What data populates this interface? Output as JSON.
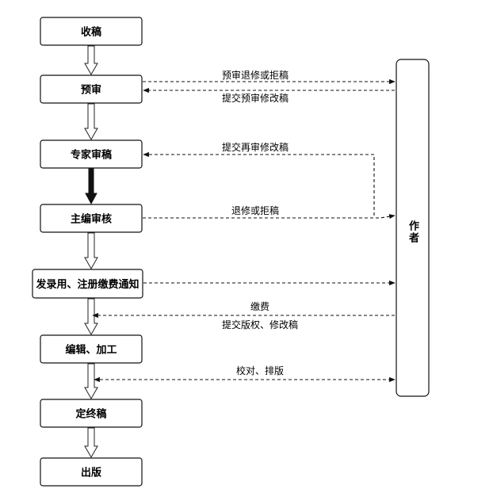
{
  "nodes": {
    "received": "收稿",
    "pre_review": "预审",
    "expert_review": "专家审稿",
    "editor_review": "主编审核",
    "acceptance_notice": "发录用、注册缴费通知",
    "editing": "编辑、加工",
    "final": "定终稿",
    "publish": "出版",
    "author": "作者"
  },
  "edges": {
    "pre_review_out": "预审退修或拒稿",
    "pre_review_in": "提交预审修改稿",
    "expert_in": "提交再审修改稿",
    "editor_out": "退修或拒稿",
    "fee": "缴费",
    "copyright_in": "提交版权、修改稿",
    "proofread": "校对、排版"
  }
}
